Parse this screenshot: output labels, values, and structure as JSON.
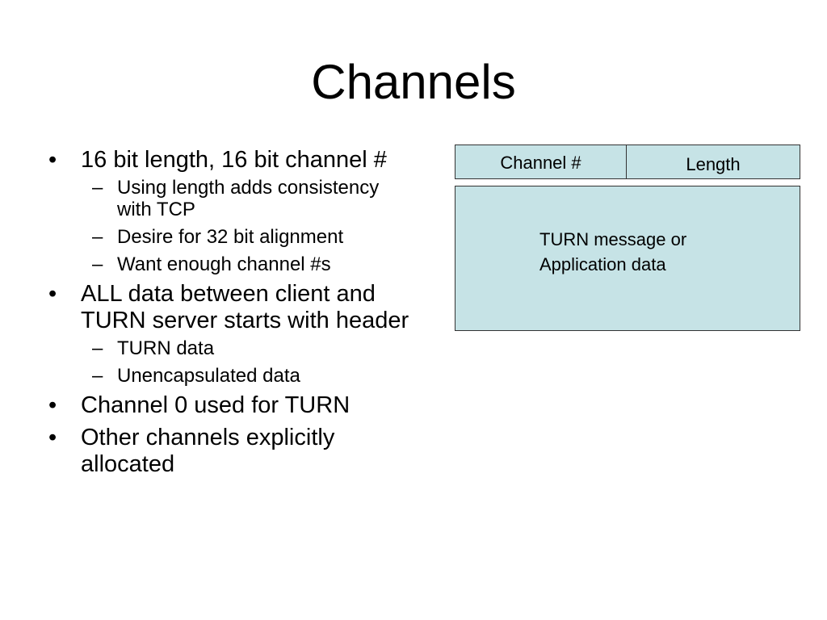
{
  "slide": {
    "title": "Channels"
  },
  "bullets": [
    {
      "text": "16 bit length, 16 bit channel #",
      "subs": [
        "Using length adds consistency with TCP",
        "Desire for 32 bit alignment",
        "Want enough channel #s"
      ]
    },
    {
      "text": "ALL data between client and TURN server starts with header",
      "subs": [
        "TURN data",
        "Unencapsulated data"
      ]
    },
    {
      "text": "Channel 0 used for TURN",
      "subs": []
    },
    {
      "text": "Other channels explicitly allocated",
      "subs": []
    }
  ],
  "markers": {
    "bullet": "•",
    "sub": "–"
  },
  "diagram": {
    "header_fields": [
      "Channel #",
      "Length"
    ],
    "payload_text": "TURN message or\nApplication data",
    "fill_color": "#c6e3e6",
    "border_color": "#333333"
  }
}
